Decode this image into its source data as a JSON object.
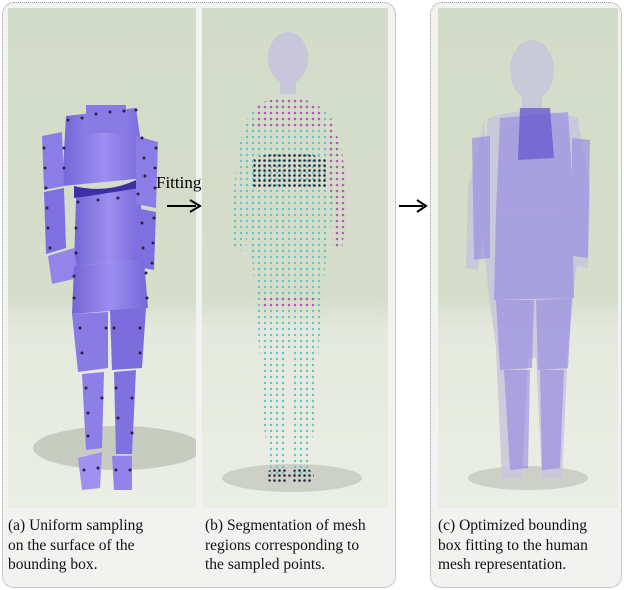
{
  "captions": {
    "a": [
      "(a) Uniform sampling",
      "on the surface of the",
      "bounding box."
    ],
    "b": [
      "(b) Segmentation of mesh",
      "regions corresponding to",
      "the sampled points."
    ],
    "c": [
      "(c) Optimized bounding",
      "box fitting to the human",
      "mesh representation."
    ]
  },
  "arrow_label": "Fitting",
  "icons": {
    "arrow_right": "arrow-right-icon"
  },
  "colors": {
    "box_purple": "#8f7fe6",
    "box_purple_dark": "#6c5cd0",
    "mesh_gray": "#c9c6dc",
    "point_dark": "#2a2340",
    "point_cyan": "#5fc6c8",
    "point_magenta": "#b35ab8",
    "shadow": "#b9bdb2"
  }
}
